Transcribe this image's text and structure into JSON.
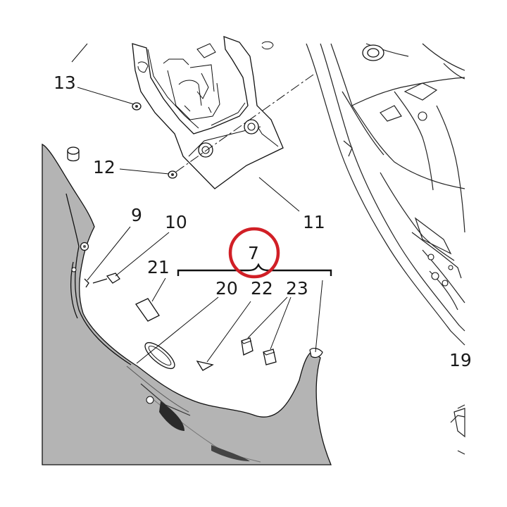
{
  "diagram": {
    "callouts": {
      "c13": "13",
      "c12": "12",
      "c11": "11",
      "c9": "9",
      "c10": "10",
      "c7": "7",
      "c21": "21",
      "c20": "20",
      "c22": "22",
      "c23": "23",
      "c19": "19"
    },
    "highlight_callout": "7",
    "colors": {
      "fairing_fill": "#b4b4b4",
      "line": "#111111",
      "highlight_ring": "#d11f26",
      "background": "#ffffff"
    }
  }
}
